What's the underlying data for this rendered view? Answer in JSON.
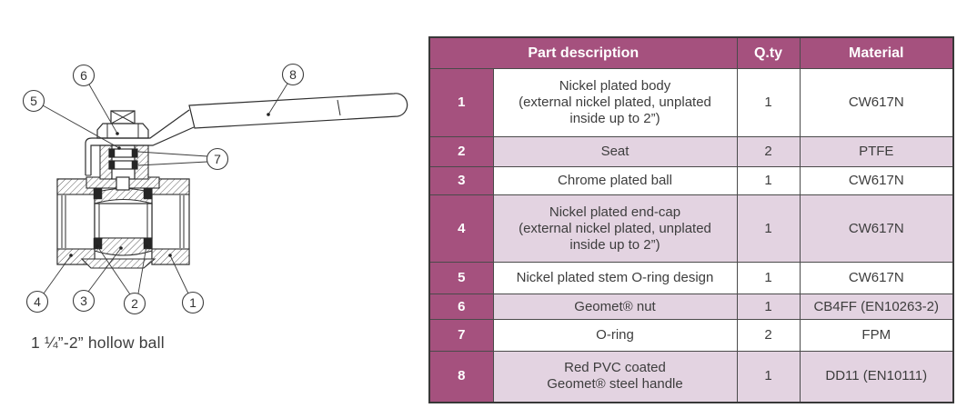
{
  "theme": {
    "header_bg": "#a5517e",
    "row_alt_bg": "#e3d3e1",
    "border_color": "#4a4a4a",
    "line_color": "#2e2e2e",
    "text_color": "#3d3d3d"
  },
  "diagram": {
    "caption": "1 ¼”-2” hollow ball",
    "callouts": [
      {
        "label": "1"
      },
      {
        "label": "2"
      },
      {
        "label": "3"
      },
      {
        "label": "4"
      },
      {
        "label": "5"
      },
      {
        "label": "6"
      },
      {
        "label": "7"
      },
      {
        "label": "8"
      }
    ]
  },
  "table": {
    "headers": {
      "part_description": "Part description",
      "qty": "Q.ty",
      "material": "Material"
    },
    "rows": [
      {
        "num": "1",
        "description": "Nickel plated body\n(external nickel plated, unplated\ninside up to 2”)",
        "qty": "1",
        "material": "CW617N"
      },
      {
        "num": "2",
        "description": "Seat",
        "qty": "2",
        "material": "PTFE"
      },
      {
        "num": "3",
        "description": "Chrome plated ball",
        "qty": "1",
        "material": "CW617N"
      },
      {
        "num": "4",
        "description": "Nickel plated end-cap\n(external nickel plated, unplated\ninside up to 2”)",
        "qty": "1",
        "material": "CW617N"
      },
      {
        "num": "5",
        "description": "Nickel plated stem O-ring design",
        "qty": "1",
        "material": "CW617N"
      },
      {
        "num": "6",
        "description": "Geomet® nut",
        "qty": "1",
        "material": "CB4FF (EN10263-2)"
      },
      {
        "num": "7",
        "description": "O-ring",
        "qty": "2",
        "material": "FPM"
      },
      {
        "num": "8",
        "description": "Red PVC coated\nGeomet® steel handle",
        "qty": "1",
        "material": "DD11 (EN10111)"
      }
    ]
  }
}
